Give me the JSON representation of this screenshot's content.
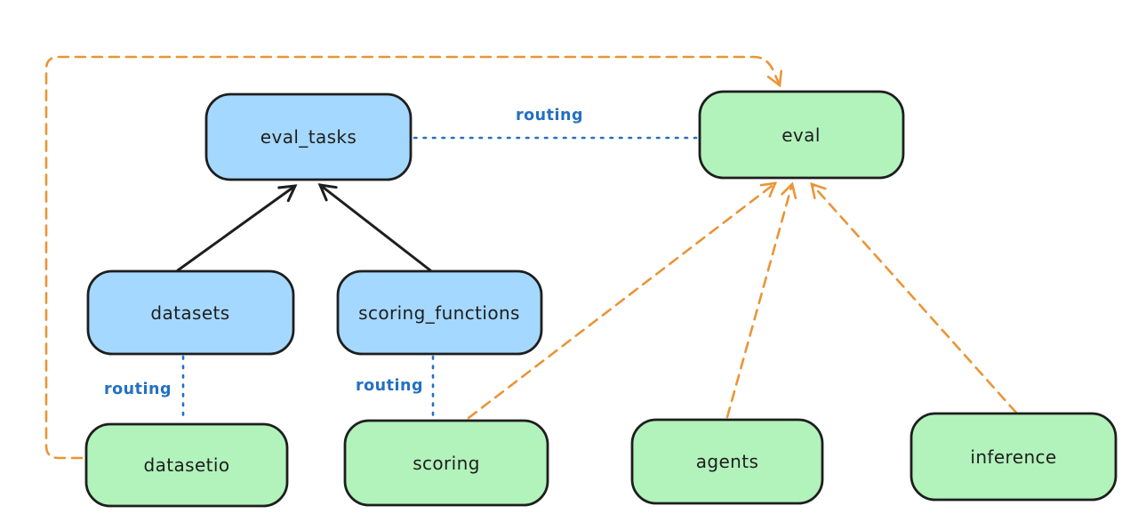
{
  "diagram": {
    "title": "llama-stack eval routing diagram",
    "colors": {
      "background": "#ffffff",
      "node_stroke": "#1e1e1e",
      "text_dark": "#1e1e1e",
      "blue_fill": "#a5d8ff",
      "green_fill": "#b2f2bb",
      "routing_blue": "#2470c2",
      "provider_orange": "#e99537",
      "arrow_black": "#1e1e1e"
    },
    "nodes": [
      {
        "id": "eval_tasks",
        "label": "eval_tasks",
        "kind": "resource",
        "fill": "blue"
      },
      {
        "id": "eval",
        "label": "eval",
        "kind": "api",
        "fill": "green"
      },
      {
        "id": "datasets",
        "label": "datasets",
        "kind": "resource",
        "fill": "blue"
      },
      {
        "id": "scoring_functions",
        "label": "scoring_functions",
        "kind": "resource",
        "fill": "blue"
      },
      {
        "id": "datasetio",
        "label": "datasetio",
        "kind": "api",
        "fill": "green"
      },
      {
        "id": "scoring",
        "label": "scoring",
        "kind": "api",
        "fill": "green"
      },
      {
        "id": "agents",
        "label": "agents",
        "kind": "api",
        "fill": "green"
      },
      {
        "id": "inference",
        "label": "inference",
        "kind": "api",
        "fill": "green"
      }
    ],
    "edges": [
      {
        "from": "eval_tasks",
        "to": "eval",
        "style": "dotted",
        "color": "blue",
        "label": "routing",
        "arrow": false
      },
      {
        "from": "datasets",
        "to": "datasetio",
        "style": "dotted",
        "color": "blue",
        "label": "routing",
        "arrow": false
      },
      {
        "from": "scoring_functions",
        "to": "scoring",
        "style": "dotted",
        "color": "blue",
        "label": "routing",
        "arrow": false
      },
      {
        "from": "datasets",
        "to": "eval_tasks",
        "style": "solid",
        "color": "black",
        "label": "",
        "arrow": true
      },
      {
        "from": "scoring_functions",
        "to": "eval_tasks",
        "style": "solid",
        "color": "black",
        "label": "",
        "arrow": true
      },
      {
        "from": "datasetio",
        "to": "eval",
        "style": "dashed",
        "color": "orange",
        "label": "",
        "arrow": true
      },
      {
        "from": "scoring",
        "to": "eval",
        "style": "dashed",
        "color": "orange",
        "label": "",
        "arrow": true
      },
      {
        "from": "agents",
        "to": "eval",
        "style": "dashed",
        "color": "orange",
        "label": "",
        "arrow": true
      },
      {
        "from": "inference",
        "to": "eval",
        "style": "dashed",
        "color": "orange",
        "label": "",
        "arrow": true
      }
    ]
  }
}
